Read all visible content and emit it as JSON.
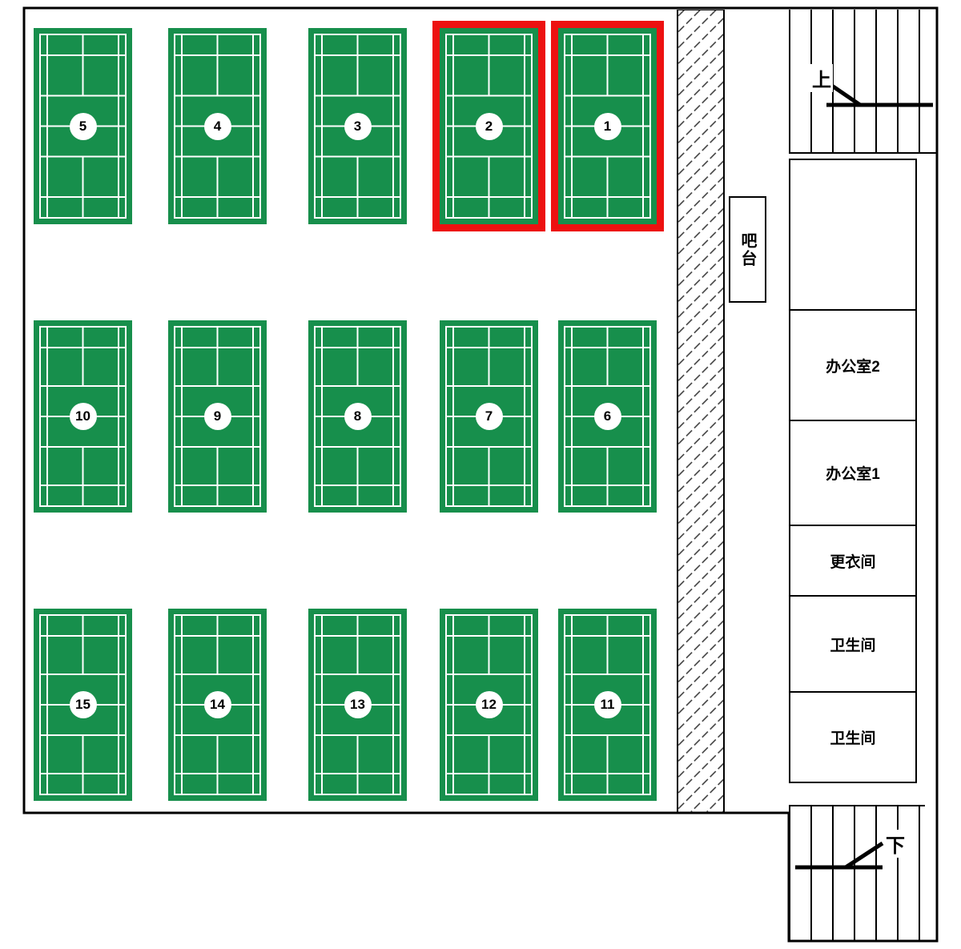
{
  "colors": {
    "court_green": "#178f4c",
    "selected_red": "#ed1110",
    "wall_black": "#000000"
  },
  "courts": [
    {
      "number": "5",
      "selected": false
    },
    {
      "number": "4",
      "selected": false
    },
    {
      "number": "3",
      "selected": false
    },
    {
      "number": "2",
      "selected": true
    },
    {
      "number": "1",
      "selected": true
    },
    {
      "number": "10",
      "selected": false
    },
    {
      "number": "9",
      "selected": false
    },
    {
      "number": "8",
      "selected": false
    },
    {
      "number": "7",
      "selected": false
    },
    {
      "number": "6",
      "selected": false
    },
    {
      "number": "15",
      "selected": false
    },
    {
      "number": "14",
      "selected": false
    },
    {
      "number": "13",
      "selected": false
    },
    {
      "number": "12",
      "selected": false
    },
    {
      "number": "11",
      "selected": false
    }
  ],
  "bar": {
    "label": "吧台"
  },
  "rooms": [
    {
      "name": "room-blank",
      "label": ""
    },
    {
      "name": "office-2",
      "label": "办公室2"
    },
    {
      "name": "office-1",
      "label": "办公室1"
    },
    {
      "name": "changing-room",
      "label": "更衣间"
    },
    {
      "name": "toilet-a",
      "label": "卫生间"
    },
    {
      "name": "toilet-b",
      "label": "卫生间"
    }
  ],
  "stairs": {
    "up_label": "上",
    "down_label": "下"
  }
}
